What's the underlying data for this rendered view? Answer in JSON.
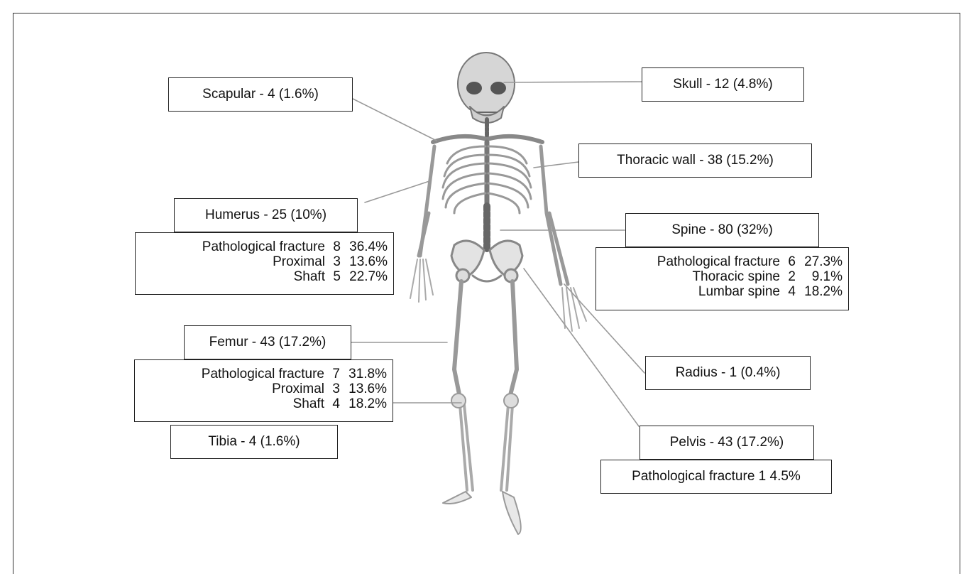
{
  "labels": {
    "skull": "Skull - 12 (4.8%)",
    "scapular": "Scapular - 4 (1.6%)",
    "thoracic_wall": "Thoracic wall - 38 (15.2%)",
    "humerus": "Humerus - 25 (10%)",
    "spine": "Spine - 80 (32%)",
    "femur": "Femur - 43 (17.2%)",
    "radius": "Radius - 1 (0.4%)",
    "tibia": "Tibia - 4 (1.6%)",
    "pelvis": "Pelvis - 43 (17.2%)"
  },
  "humerus_detail": [
    {
      "name": "Pathological fracture",
      "n": "8",
      "pct": "36.4%"
    },
    {
      "name": "Proximal",
      "n": "3",
      "pct": "13.6%"
    },
    {
      "name": "Shaft",
      "n": "5",
      "pct": "22.7%"
    }
  ],
  "spine_detail": [
    {
      "name": "Pathological fracture",
      "n": "6",
      "pct": "27.3%"
    },
    {
      "name": "Thoracic spine",
      "n": "2",
      "pct": "9.1%"
    },
    {
      "name": "Lumbar spine",
      "n": "4",
      "pct": "18.2%"
    }
  ],
  "femur_detail": [
    {
      "name": "Pathological fracture",
      "n": "7",
      "pct": "31.8%"
    },
    {
      "name": "Proximal",
      "n": "3",
      "pct": "13.6%"
    },
    {
      "name": "Shaft",
      "n": "4",
      "pct": "18.2%"
    }
  ],
  "pelvis_detail": "Pathological fracture 1 4.5%"
}
